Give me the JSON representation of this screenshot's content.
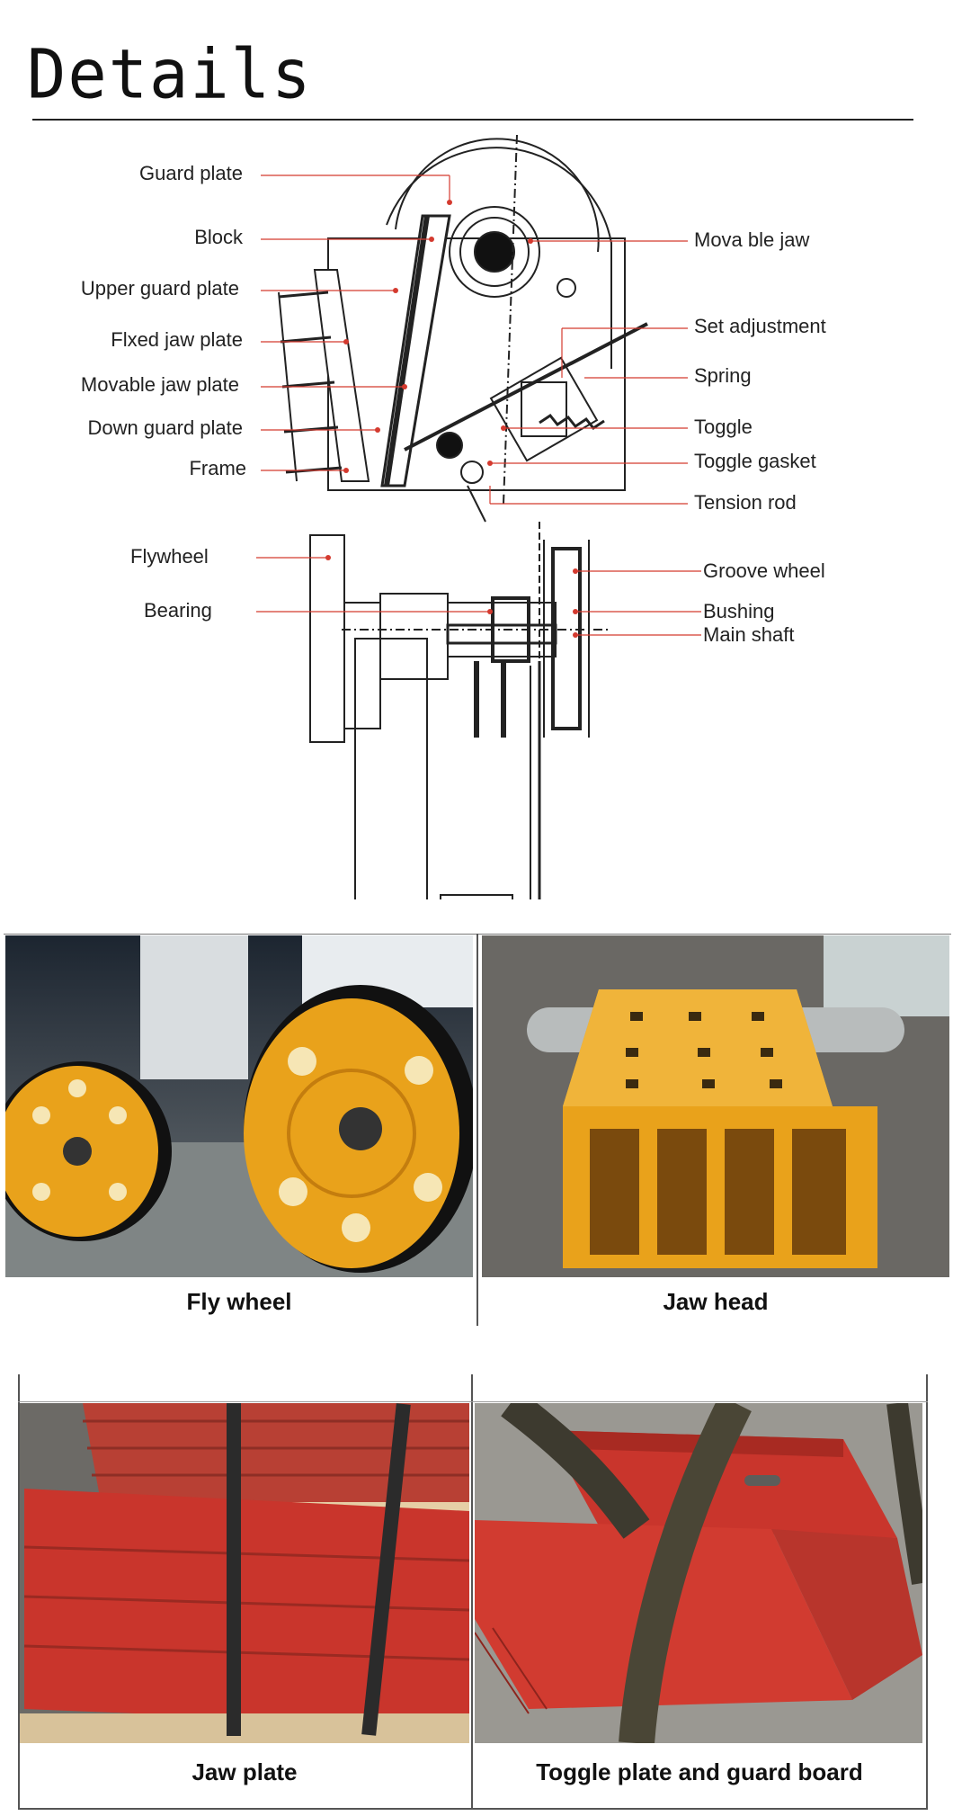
{
  "heading": "Details",
  "diagram_top": {
    "left_labels": [
      "Guard plate",
      "Block",
      "Upper guard plate",
      "Flxed jaw plate",
      "Movable jaw plate",
      "Down guard plate",
      "Frame"
    ],
    "right_labels": [
      "Mova ble jaw",
      "Set adjustment",
      "Spring",
      "Toggle",
      "Toggle gasket",
      "Tension rod"
    ]
  },
  "diagram_bottom": {
    "left_labels": [
      "Flywheel",
      "Bearing"
    ],
    "right_labels": [
      "Groove wheel",
      "Bushing",
      "Main shaft"
    ]
  },
  "photos": [
    {
      "caption": "Fly wheel",
      "icon": "flywheel-photo"
    },
    {
      "caption": "Jaw head",
      "icon": "jaw-head-photo"
    },
    {
      "caption": "Jaw plate",
      "icon": "jaw-plate-photo"
    },
    {
      "caption": "Toggle plate and guard board",
      "icon": "toggle-plate-photo"
    }
  ],
  "colors": {
    "pointer": "#d43a2f",
    "paint_yellow": "#e9a21b",
    "paint_red": "#c9352c"
  }
}
